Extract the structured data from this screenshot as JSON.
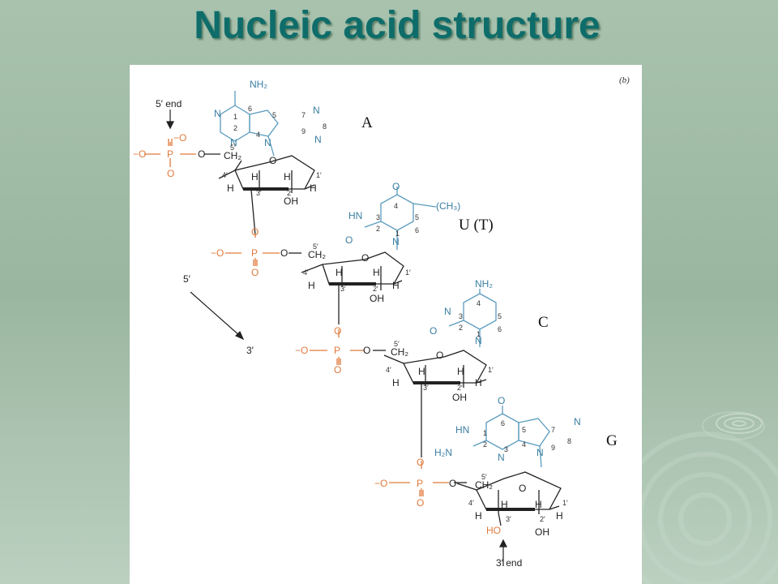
{
  "slide": {
    "title": "Nucleic acid structure"
  },
  "figure": {
    "panel_label": "(b)",
    "five_prime_end": "5′ end",
    "three_prime_end": "3′ end",
    "direction_start": "5′",
    "direction_end": "3′",
    "phosphate": {
      "o": "O",
      "minus_o": "−O",
      "p": "P"
    },
    "sugar": {
      "ch2": "CH₂",
      "o": "O",
      "h": "H",
      "oh": "OH",
      "ho": "HO",
      "c5": "5′",
      "c4": "4′",
      "c3": "3′",
      "c2": "2′",
      "c1": "1′"
    },
    "ring": {
      "n": "N",
      "hn": "HN",
      "o": "O"
    },
    "ring_numbers": [
      "1",
      "2",
      "3",
      "4",
      "5",
      "6",
      "7",
      "8",
      "9"
    ],
    "bases": [
      {
        "label": "A",
        "substituent": "NH₂"
      },
      {
        "label": "U (T)",
        "substituent": "(CH₃)"
      },
      {
        "label": "C",
        "substituent": "NH₂"
      },
      {
        "label": "G",
        "substituent": "H₂N"
      }
    ]
  },
  "colors": {
    "title": "#0e6d6a",
    "nitrogen": "#3a7fa2",
    "phosphate": "#e07a3c",
    "background": "#a8c2ae"
  }
}
